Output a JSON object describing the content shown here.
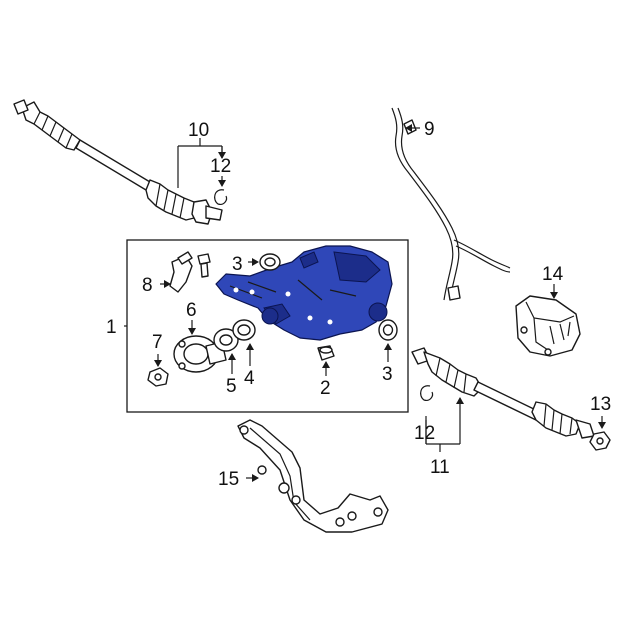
{
  "callouts": {
    "c1": "1",
    "c2": "2",
    "c3a": "3",
    "c3b": "3",
    "c4": "4",
    "c5": "5",
    "c6": "6",
    "c7": "7",
    "c8": "8",
    "c9": "9",
    "c10": "10",
    "c11": "11",
    "c12a": "12",
    "c12b": "12",
    "c13": "13",
    "c14": "14",
    "c15": "15"
  },
  "colors": {
    "highlight": "#2f47b8",
    "line": "#1a1a1a",
    "background": "#ffffff"
  }
}
